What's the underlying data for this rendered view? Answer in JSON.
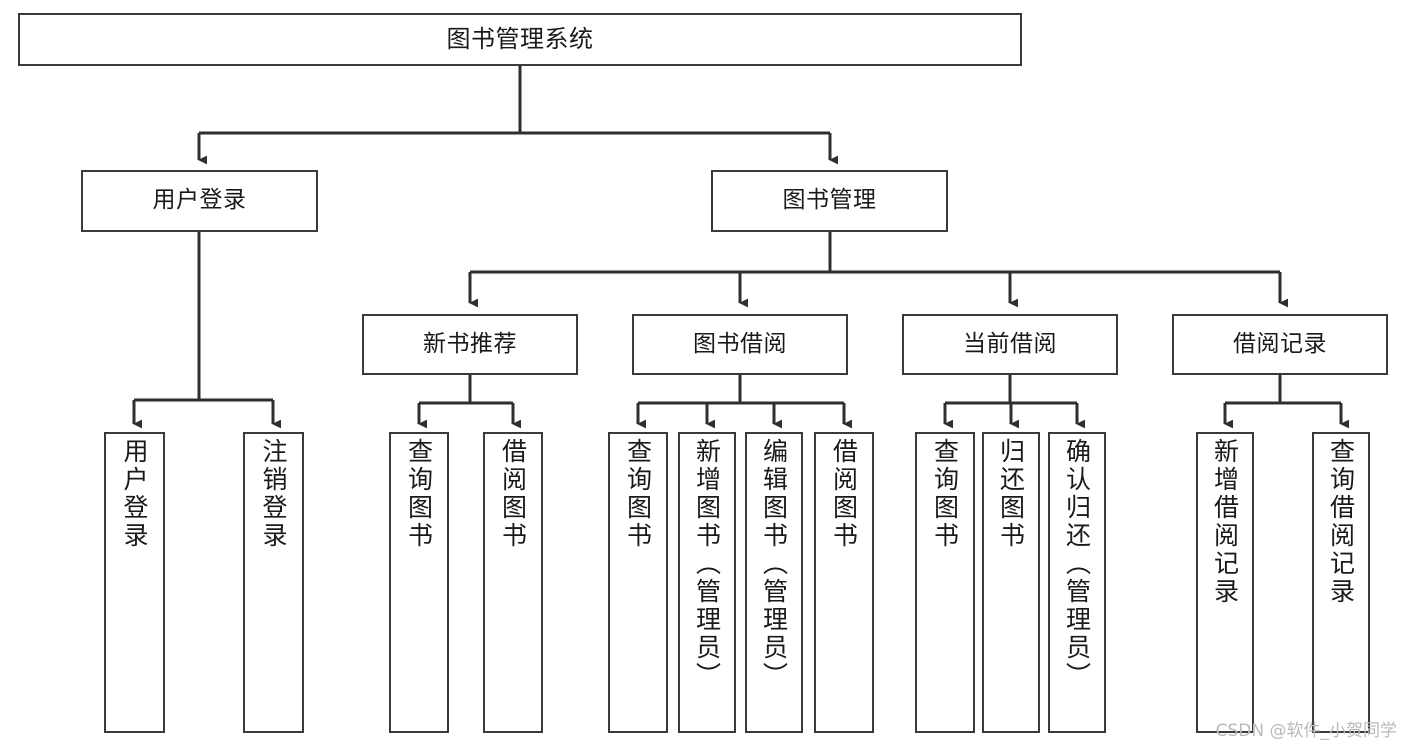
{
  "diagram": {
    "type": "tree",
    "title": "图书管理系统",
    "watermark": "CSDN @软件_小贺同学",
    "colors": {
      "box_border": "#3a3a3a",
      "box_fill": "#ffffff",
      "edge": "#2f2f2f",
      "text": "#1a1a1a",
      "watermark": "#b9b9b9",
      "background": "#ffffff"
    },
    "nodes": {
      "root": {
        "label": "图书管理系统"
      },
      "level2": [
        {
          "id": "user-login",
          "label": "用户登录"
        },
        {
          "id": "book-management",
          "label": "图书管理"
        }
      ],
      "level3": [
        {
          "id": "new-book-recommend",
          "label": "新书推荐"
        },
        {
          "id": "book-borrow",
          "label": "图书借阅"
        },
        {
          "id": "current-borrow",
          "label": "当前借阅"
        },
        {
          "id": "borrow-record",
          "label": "借阅记录"
        }
      ],
      "leaves": [
        {
          "id": "leaf-user-login",
          "label": "用户登录",
          "parent": "user-login"
        },
        {
          "id": "leaf-logout",
          "label": "注销登录",
          "parent": "user-login"
        },
        {
          "id": "leaf-query-book-1",
          "label": "查询图书",
          "parent": "new-book-recommend"
        },
        {
          "id": "leaf-borrow-book-1",
          "label": "借阅图书",
          "parent": "new-book-recommend"
        },
        {
          "id": "leaf-query-book-2",
          "label": "查询图书",
          "parent": "book-borrow"
        },
        {
          "id": "leaf-add-book",
          "label": "新增图书（管理员）",
          "parent": "book-borrow"
        },
        {
          "id": "leaf-edit-book",
          "label": "编辑图书（管理员）",
          "parent": "book-borrow"
        },
        {
          "id": "leaf-borrow-book-2",
          "label": "借阅图书",
          "parent": "book-borrow"
        },
        {
          "id": "leaf-query-book-3",
          "label": "查询图书",
          "parent": "current-borrow"
        },
        {
          "id": "leaf-return-book",
          "label": "归还图书",
          "parent": "current-borrow"
        },
        {
          "id": "leaf-confirm-return",
          "label": "确认归还（管理员）",
          "parent": "current-borrow"
        },
        {
          "id": "leaf-add-record",
          "label": "新增借阅记录",
          "parent": "borrow-record"
        },
        {
          "id": "leaf-query-record",
          "label": "查询借阅记录",
          "parent": "borrow-record"
        }
      ]
    }
  }
}
